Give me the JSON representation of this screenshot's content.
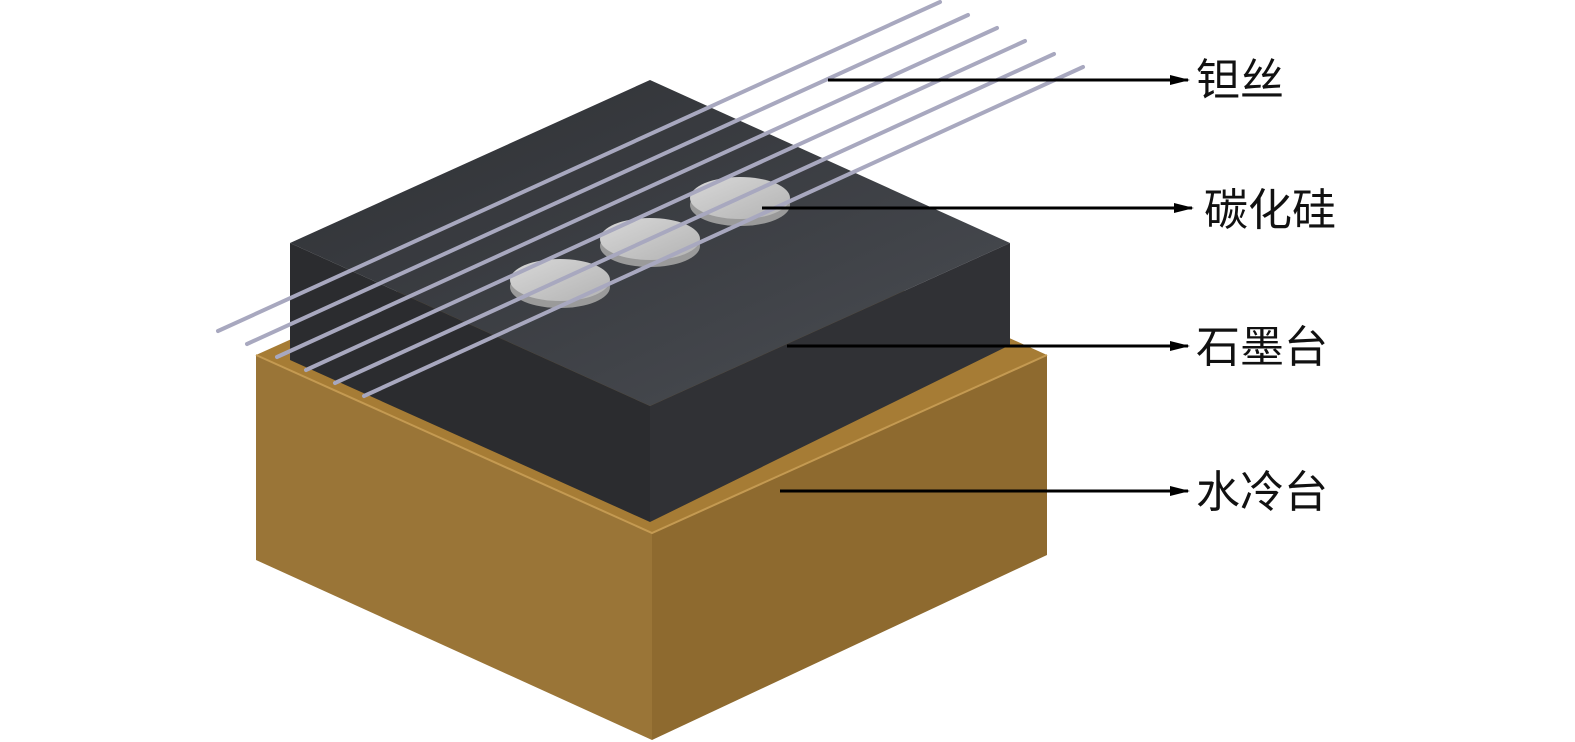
{
  "labels": {
    "tantalum_wire": "钽丝",
    "silicon_carbide": "碳化硅",
    "graphite_stage": "石墨台",
    "water_cooled_stage": "水冷台"
  },
  "colors": {
    "water_stage_top": "#a67c35",
    "water_stage_left": "#9a7537",
    "water_stage_right": "#8e6a2f",
    "graphite_top": "#3a3c40",
    "graphite_left": "#2b2c2f",
    "graphite_right": "#2f3033",
    "wire": "#a8a8bf",
    "sample_disc": "#c9c9c9",
    "arrow": "#000000"
  },
  "components": {
    "wire_count": 6,
    "disc_count": 3
  }
}
